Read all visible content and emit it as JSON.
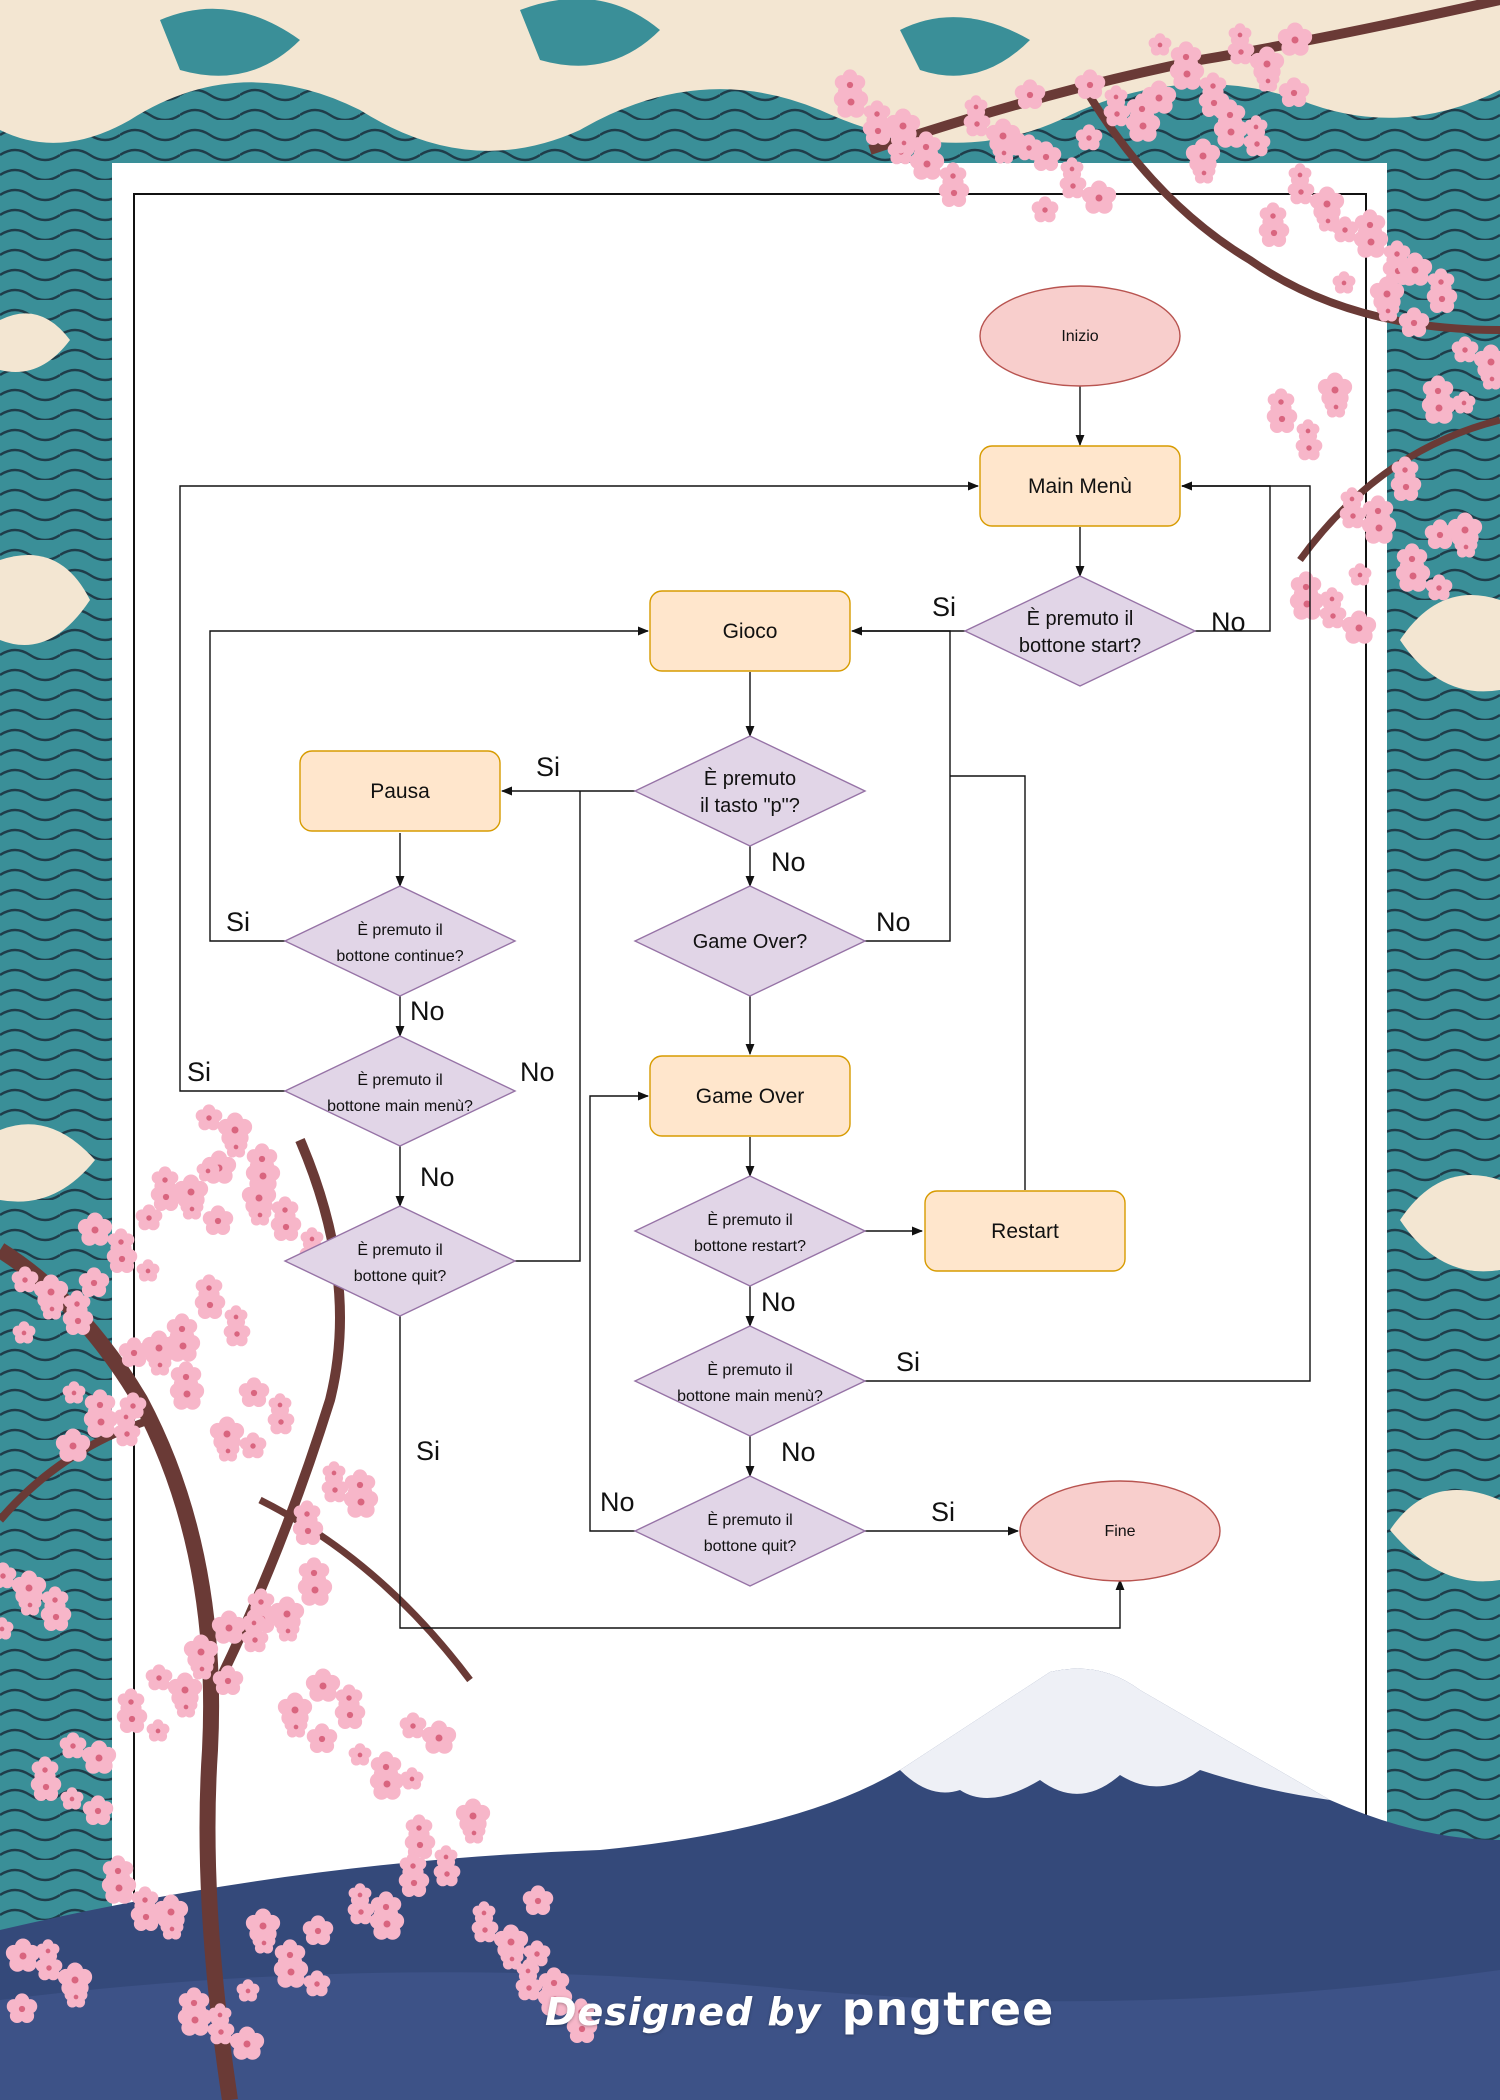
{
  "colors": {
    "terminal_fill": "#f8cecc",
    "terminal_stroke": "#b85450",
    "process_fill": "#ffe6cc",
    "process_stroke": "#d79b00",
    "decision_fill": "#e1d5e7",
    "decision_stroke": "#9673a6",
    "line": "#111111"
  },
  "flowchart": {
    "start": "Inizio",
    "main_menu": "Main Menù",
    "start_question": [
      "È premuto il",
      "bottone start?"
    ],
    "game": "Gioco",
    "p_question": [
      "È premuto",
      "il tasto \"p\"?"
    ],
    "pause": "Pausa",
    "continue_question": [
      "È premuto il",
      "bottone continue?"
    ],
    "game_over_question": "Game Over?",
    "pause_menu_question": [
      "È premuto il",
      "bottone main menù?"
    ],
    "pause_quit_question": [
      "È premuto il",
      "bottone quit?"
    ],
    "game_over": "Game Over",
    "restart_question": [
      "È premuto il",
      "bottone restart?"
    ],
    "restart": "Restart",
    "over_menu_question": [
      "È premuto il",
      "bottone main menù?"
    ],
    "over_quit_question": [
      "È premuto il",
      "bottone quit?"
    ],
    "end": "Fine"
  },
  "edge_labels": {
    "start_si": "Si",
    "start_no": "No",
    "p_si": "Si",
    "p_no": "No",
    "gameover_no": "No",
    "continue_si": "Si",
    "continue_no": "No",
    "pause_menu_si": "Si",
    "pause_menu_no_right": "No",
    "pause_menu_no_down": "No",
    "pause_quit_si": "Si",
    "restart_no": "No",
    "over_menu_si": "Si",
    "over_menu_no": "No",
    "over_quit_no": "No",
    "over_quit_si": "Si"
  },
  "watermark": {
    "prefix": "Designed by",
    "brand": "pngtree"
  },
  "icons": [
    "wave-pattern",
    "cherry-blossom",
    "mount-fuji"
  ]
}
